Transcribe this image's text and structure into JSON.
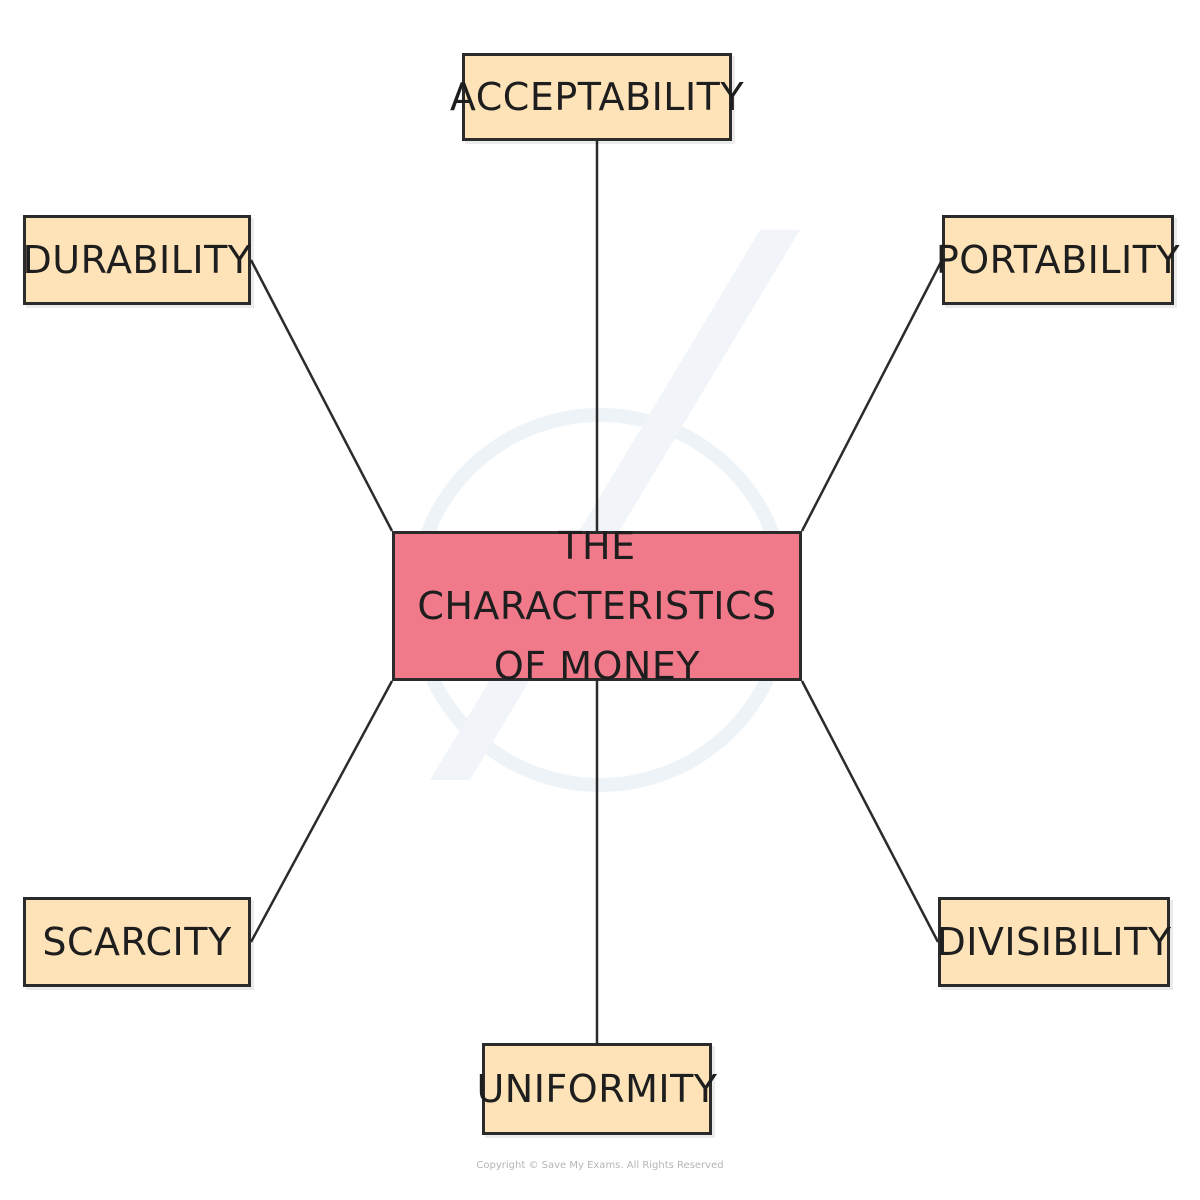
{
  "diagram": {
    "center": {
      "line1": "THE CHARACTERISTICS",
      "line2": "OF MONEY"
    },
    "nodes": {
      "acceptability": "ACCEPTABILITY",
      "durability": "DURABILITY",
      "portability": "PORTABILITY",
      "scarcity": "SCARCITY",
      "divisibility": "DIVISIBILITY",
      "uniformity": "UNIFORMITY"
    }
  },
  "footer": {
    "copyright": "Copyright © Save My Exams. All Rights Reserved"
  },
  "colors": {
    "node_fill": "#fde3b7",
    "center_fill": "#f07a8a",
    "stroke": "#2b2b2b"
  }
}
